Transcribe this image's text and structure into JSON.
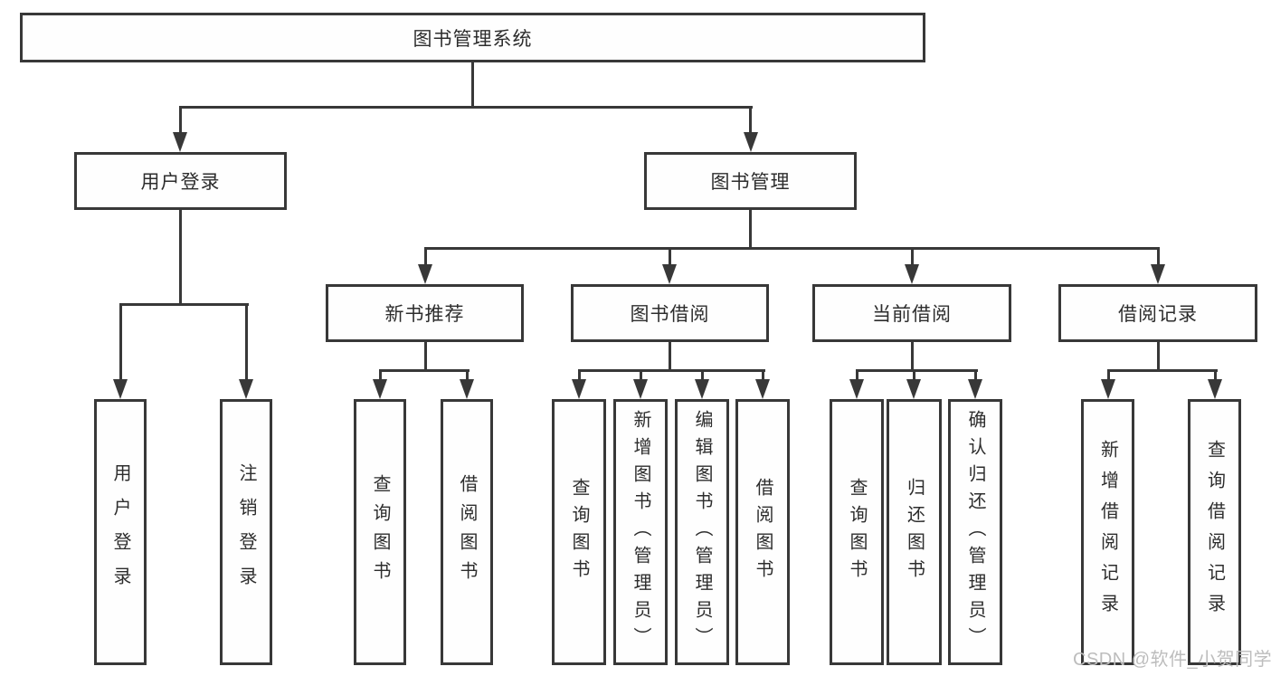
{
  "diagram": {
    "root": "图书管理系统",
    "branches": [
      {
        "label": "用户登录",
        "leaves": [
          "用户登录",
          "注销登录"
        ]
      },
      {
        "label": "图书管理",
        "groups": [
          {
            "label": "新书推荐",
            "leaves": [
              "查询图书",
              "借阅图书"
            ]
          },
          {
            "label": "图书借阅",
            "leaves": [
              "查询图书",
              "新增图书（管理员）",
              "编辑图书（管理员）",
              "借阅图书"
            ]
          },
          {
            "label": "当前借阅",
            "leaves": [
              "查询图书",
              "归还图书",
              "确认归还（管理员）"
            ]
          },
          {
            "label": "借阅记录",
            "leaves": [
              "新增借阅记录",
              "查询借阅记录"
            ]
          }
        ]
      }
    ]
  },
  "watermark": "CSDN @软件_小贺同学",
  "colors": {
    "line": "#383838",
    "box_border": "#383838",
    "text": "#2d2d2d",
    "watermark": "#bdbdbd",
    "background": "#ffffff"
  }
}
